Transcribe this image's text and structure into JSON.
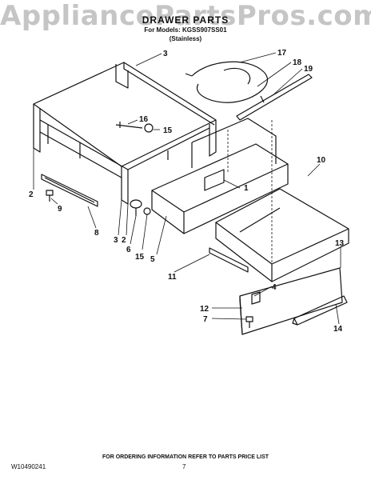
{
  "watermark": "AppliancePartsPros.com",
  "header": {
    "title": "DRAWER PARTS",
    "subtitle": "For Models: KGSS907SS01",
    "variant": "(Stainless)"
  },
  "callouts": [
    "1",
    "2",
    "2",
    "3",
    "3",
    "4",
    "5",
    "6",
    "7",
    "8",
    "9",
    "10",
    "11",
    "12",
    "13",
    "14",
    "15",
    "15",
    "16",
    "17",
    "18",
    "19"
  ],
  "footer": {
    "note": "FOR ORDERING INFORMATION REFER TO PARTS PRICE LIST",
    "doc_number": "W10490241",
    "page_number": "7"
  }
}
